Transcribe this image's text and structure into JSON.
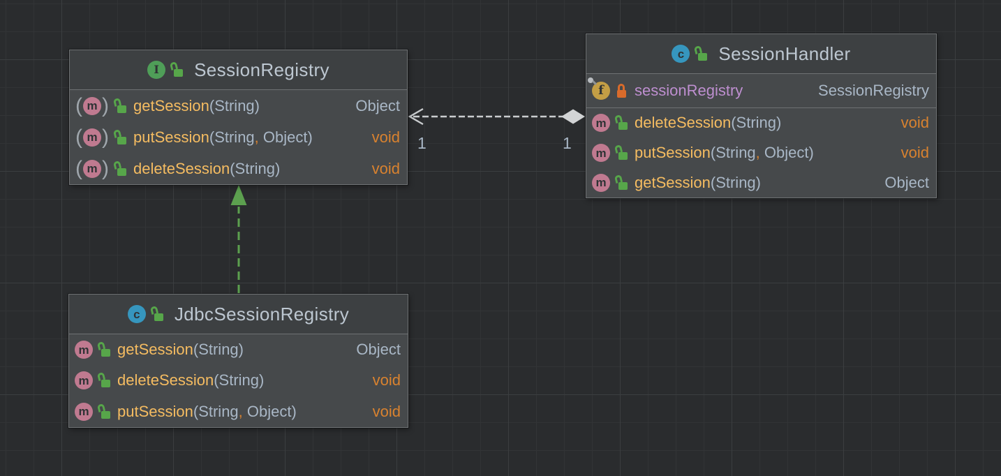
{
  "diagram": {
    "icon_letters": {
      "method": "m",
      "field": "f"
    },
    "nodes": [
      {
        "type": "interface",
        "title": "SessionRegistry",
        "icon": {
          "name": "interface-icon",
          "letter": "I"
        },
        "fields": [],
        "methods": [
          {
            "name": "getSession",
            "params": [
              "String"
            ],
            "returns": "Object",
            "abstract": true
          },
          {
            "name": "putSession",
            "params": [
              "String",
              "Object"
            ],
            "returns": "void",
            "abstract": true
          },
          {
            "name": "deleteSession",
            "params": [
              "String"
            ],
            "returns": "void",
            "abstract": true
          }
        ]
      },
      {
        "type": "class",
        "title": "SessionHandler",
        "icon": {
          "name": "class-icon",
          "letter": "c"
        },
        "fields": [
          {
            "name": "sessionRegistry",
            "type": "SessionRegistry",
            "final": true,
            "lock": "closed"
          }
        ],
        "methods": [
          {
            "name": "deleteSession",
            "params": [
              "String"
            ],
            "returns": "void"
          },
          {
            "name": "putSession",
            "params": [
              "String",
              "Object"
            ],
            "returns": "void"
          },
          {
            "name": "getSession",
            "params": [
              "String"
            ],
            "returns": "Object"
          }
        ]
      },
      {
        "type": "class",
        "title": "JdbcSessionRegistry",
        "icon": {
          "name": "class-icon",
          "letter": "c"
        },
        "fields": [],
        "methods": [
          {
            "name": "getSession",
            "params": [
              "String"
            ],
            "returns": "Object"
          },
          {
            "name": "deleteSession",
            "params": [
              "String"
            ],
            "returns": "void"
          },
          {
            "name": "putSession",
            "params": [
              "String",
              "Object"
            ],
            "returns": "void"
          }
        ]
      }
    ],
    "edges": [
      {
        "kind": "aggregation",
        "from": "SessionHandler",
        "to": "SessionRegistry",
        "from_label": "1",
        "to_label": "1"
      },
      {
        "kind": "realization",
        "from": "JdbcSessionRegistry",
        "to": "SessionRegistry"
      }
    ],
    "colors": {
      "background": "#2A2C2E",
      "grid_minor": "#323436",
      "grid_major": "#3B3E40",
      "node_border": "#6F7274",
      "header_bg": "#3D4042",
      "body_bg": "#46494B",
      "title_text": "#BDC7D1",
      "member_name": "#F5BC61",
      "param_text": "#A9B7C6",
      "keyword_text": "#D9822F",
      "field_name": "#BE8FD0",
      "interface_icon": "#4F9E58",
      "class_icon": "#3696BE",
      "method_icon": "#C07A90",
      "field_icon": "#C39E45",
      "lock_open": "#57A64A",
      "lock_closed": "#D96B2B",
      "edge_aggregation": "#C9CCCE",
      "edge_aggregation_diamond": "#D2D4D5",
      "edge_realization": "#5CA04F",
      "multiplicity_text": "#A9B7C6"
    }
  }
}
